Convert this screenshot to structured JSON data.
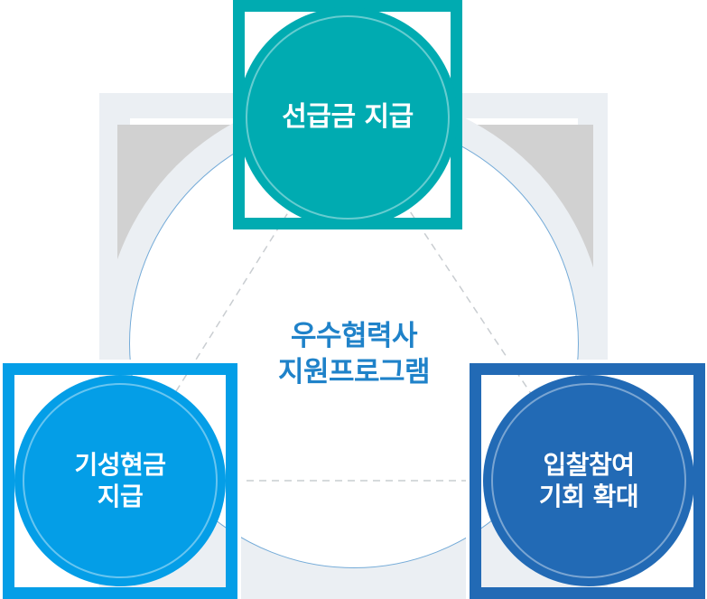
{
  "center": {
    "line1": "우수협력사",
    "line2": "지원프로그램",
    "text_color": "#1F82C9"
  },
  "nodes": {
    "top": {
      "label": "선급금 지급",
      "color": "#00ABB1"
    },
    "bottom_left": {
      "line1": "기성현금",
      "line2": "지급",
      "color": "#049EE7"
    },
    "bottom_right": {
      "line1": "입찰참여",
      "line2": "기회 확대",
      "color": "#226AB5"
    }
  },
  "background": {
    "square_light_color": "#EBEFF3",
    "square_dark_color": "#D1D1D1",
    "main_circle_stroke": "#74ABD8",
    "connector_dash_color": "#C9CDD1"
  }
}
